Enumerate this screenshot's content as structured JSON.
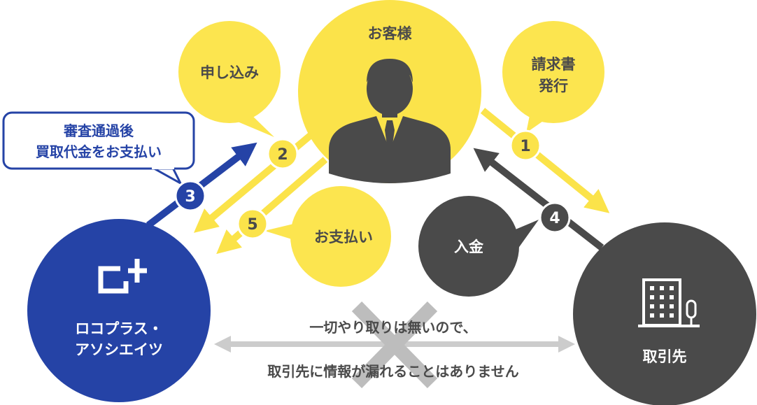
{
  "customer": {
    "label": "お客様"
  },
  "company": {
    "line1": "ロコプラス・",
    "line2": "アソシエイツ"
  },
  "partner": {
    "label": "取引先"
  },
  "steps": {
    "s1": {
      "number": "1",
      "line1": "請求書",
      "line2": "発行"
    },
    "s2": {
      "number": "2",
      "label": "申し込み"
    },
    "s3": {
      "number": "3",
      "line1": "審査通過後",
      "line2": "買取代金をお支払い"
    },
    "s4": {
      "number": "4",
      "label": "入金"
    },
    "s5": {
      "number": "5",
      "label": "お支払い"
    }
  },
  "note": {
    "line1": "一切やり取りは無いので、",
    "line2": "取引先に情報が漏れることはありません"
  },
  "colors": {
    "yellow": "#FBE34A",
    "yellow_bubble": "#FCE54F",
    "blue": "#2543A6",
    "dark": "#4A4A4A",
    "gray_arrow": "#CCCCCC",
    "gray_cross": "#BDBDBD"
  }
}
